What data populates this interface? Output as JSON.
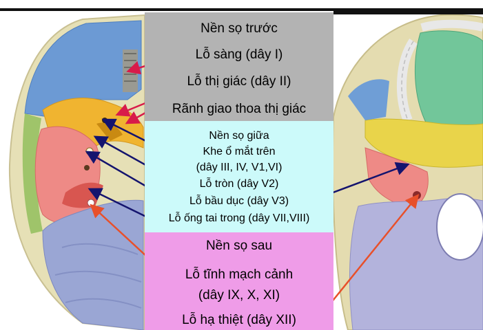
{
  "anterior_fossa": {
    "title": "Nền sọ trước",
    "items": [
      "Lỗ sàng (dây I)",
      "Lỗ thị giác (dây II)",
      "Rãnh giao thoa thị giác"
    ]
  },
  "middle_fossa": {
    "title": "Nền sọ giữa",
    "items": [
      "Khe ổ mắt trên",
      "(dây III, IV, V1,VI)",
      "Lỗ tròn (dây V2)",
      "Lỗ bầu dục (dây V3)",
      "Lỗ ống tai trong (dây VII,VIII)"
    ]
  },
  "posterior_fossa": {
    "title": "Nền sọ sau",
    "items": [
      "Lỗ tĩnh mạch cảnh",
      "(dây IX, X, XI)",
      "Lỗ hạ thiệt (dây XII)"
    ]
  },
  "colors": {
    "anterior_bg": "#b3b3b3",
    "middle_bg": "#ccfafa",
    "posterior_bg": "#ef9ce8",
    "arrow_crimson": "#d81b4a",
    "arrow_navy": "#14146e",
    "arrow_orange": "#e8502a"
  }
}
